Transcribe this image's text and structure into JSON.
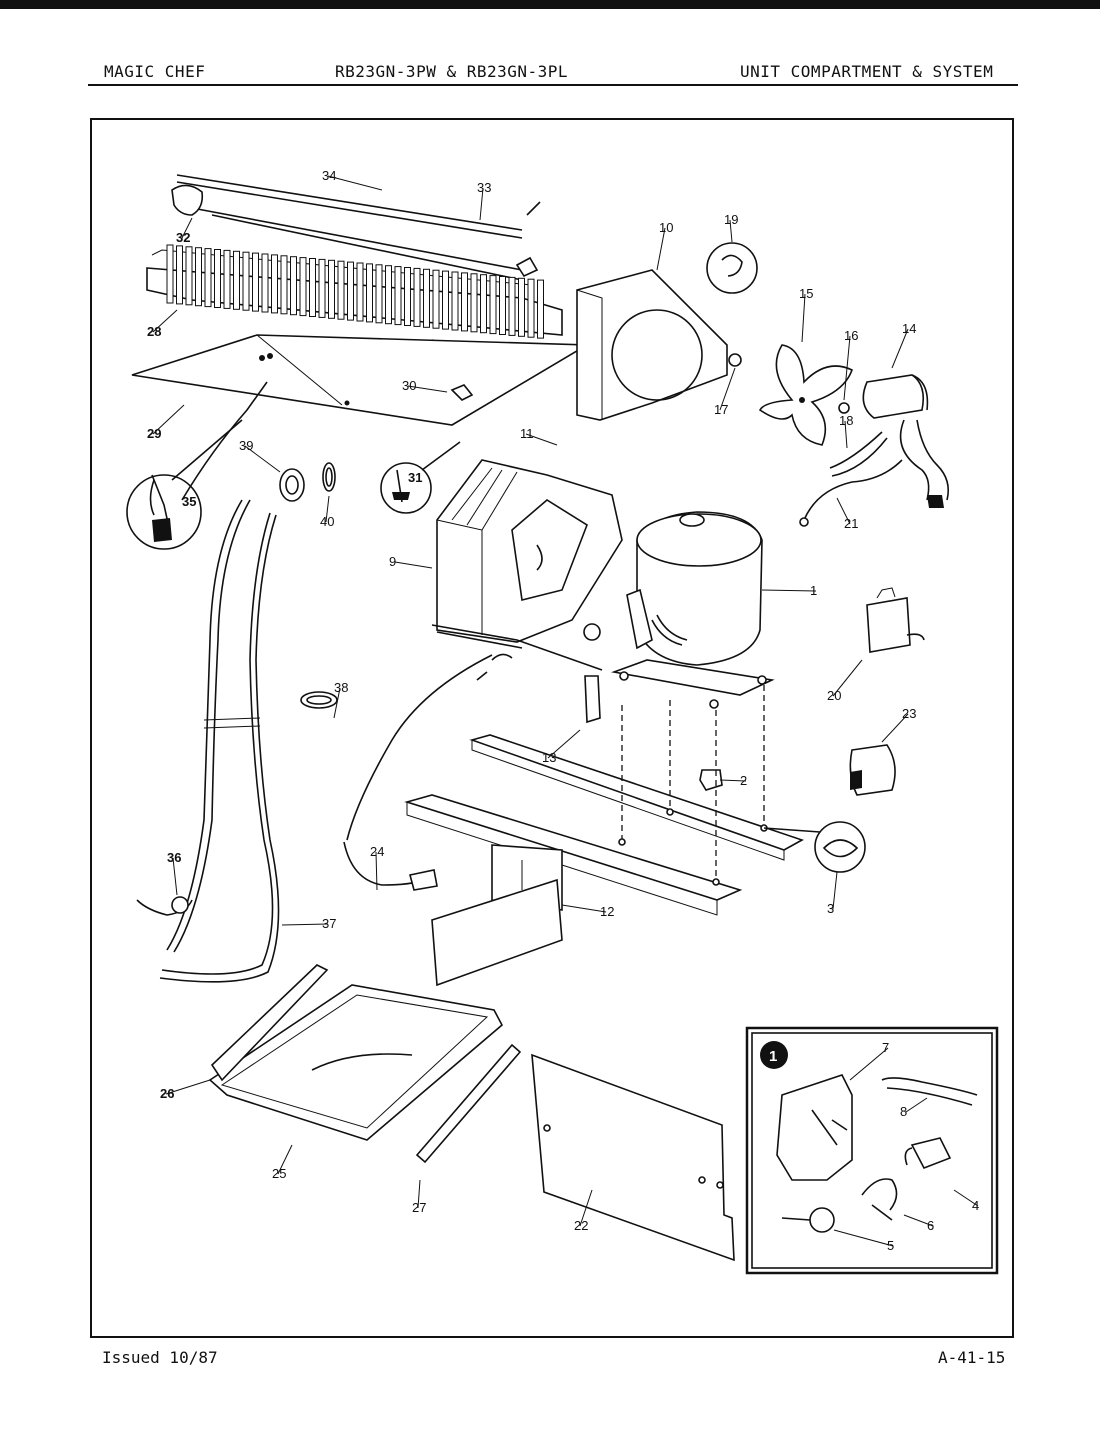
{
  "header": {
    "brand": "MAGIC CHEF",
    "models": "RB23GN-3PW & RB23GN-3PL",
    "section": "UNIT COMPARTMENT & SYSTEM"
  },
  "footer": {
    "issued": "Issued 10/87",
    "page_code": "A-41-15"
  },
  "inset": {
    "marker": "1"
  },
  "callouts": [
    "1",
    "2",
    "3",
    "4",
    "5",
    "6",
    "7",
    "8",
    "9",
    "10",
    "11",
    "12",
    "13",
    "14",
    "15",
    "16",
    "17",
    "18",
    "19",
    "20",
    "21",
    "22",
    "23",
    "24",
    "25",
    "26",
    "27",
    "28",
    "29",
    "30",
    "31",
    "32",
    "33",
    "34",
    "35",
    "36",
    "37",
    "38",
    "39",
    "40"
  ]
}
